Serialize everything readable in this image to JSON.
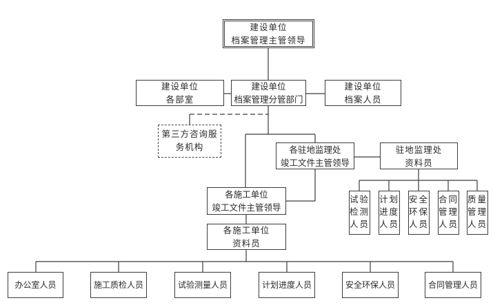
{
  "diagram": {
    "top": {
      "lines": [
        "建设单位",
        "档案管理主管领导"
      ]
    },
    "row2": {
      "left": {
        "lines": [
          "建设单位",
          "各部室"
        ]
      },
      "center": {
        "lines": [
          "建设单位",
          "档案管理分管部门"
        ]
      },
      "right": {
        "lines": [
          "建设单位",
          "档案人员"
        ]
      }
    },
    "third_party": {
      "lines": [
        "第三方咨询服",
        "务机构"
      ]
    },
    "supervision_lead": {
      "lines": [
        "各驻地监理处",
        "竣工文件主管领导"
      ]
    },
    "supervision_clerk": {
      "lines": [
        "驻地监理处",
        "资料员"
      ]
    },
    "supervision_staff": [
      {
        "lines": [
          "试验",
          "检测",
          "人员"
        ]
      },
      {
        "lines": [
          "计划",
          "进度",
          "人员"
        ]
      },
      {
        "lines": [
          "安全",
          "环保",
          "人员"
        ]
      },
      {
        "lines": [
          "合同",
          "管理",
          "人员"
        ]
      },
      {
        "lines": [
          "质量",
          "管理",
          "人员"
        ]
      }
    ],
    "contractor_lead": {
      "lines": [
        "各施工单位",
        "竣工文件主管领导"
      ]
    },
    "contractor_clerk": {
      "lines": [
        "各施工单位",
        "资料员"
      ]
    },
    "contractor_staff": [
      {
        "label": "办公室人员"
      },
      {
        "label": "施工质检人员"
      },
      {
        "label": "试验测量人员"
      },
      {
        "label": "计划进度人员"
      },
      {
        "label": "安全环保人员"
      },
      {
        "label": "合同管理人员"
      }
    ]
  }
}
